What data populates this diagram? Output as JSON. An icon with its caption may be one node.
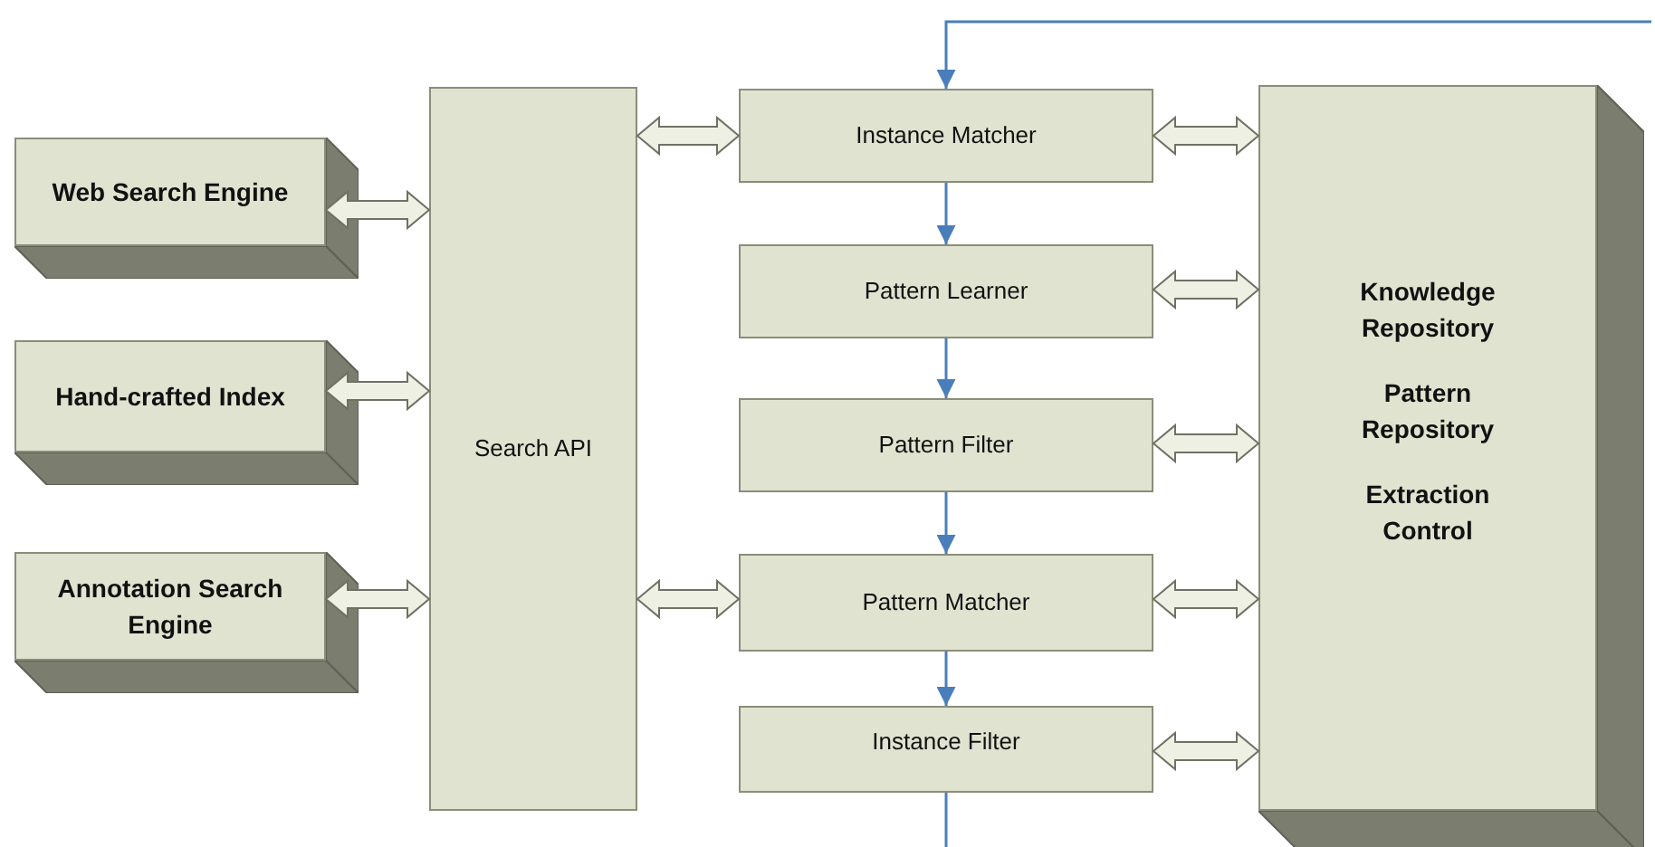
{
  "diagram": {
    "nodes": [
      {
        "text": [
          "Web Search Engine"
        ]
      },
      {
        "text": [
          "Hand-crafted Index"
        ]
      },
      {
        "text": [
          "Annotation Search Engine"
        ]
      },
      {
        "text": [
          "Search API"
        ]
      },
      {
        "text": [
          "Instance Matcher"
        ]
      },
      {
        "text": [
          "Pattern Learner"
        ]
      },
      {
        "text": [
          "Pattern Filter"
        ]
      },
      {
        "text": [
          "Pattern Matcher"
        ]
      },
      {
        "text": [
          "Instance Filter"
        ]
      },
      {
        "text": [
          "Knowledge Repository",
          "Pattern Repository",
          "Extraction Control"
        ]
      }
    ],
    "edges": [
      {
        "from": 0,
        "to": 3,
        "arrow": "both",
        "style": "thick"
      },
      {
        "from": 1,
        "to": 3,
        "arrow": "both",
        "style": "thick"
      },
      {
        "from": 2,
        "to": 3,
        "arrow": "both",
        "style": "thick"
      },
      {
        "from": 3,
        "to": 4,
        "arrow": "both",
        "style": "thick"
      },
      {
        "from": 3,
        "to": 7,
        "arrow": "both",
        "style": "thick"
      },
      {
        "from": 4,
        "to": 9,
        "arrow": "both",
        "style": "thick"
      },
      {
        "from": 5,
        "to": 9,
        "arrow": "both",
        "style": "thick"
      },
      {
        "from": 6,
        "to": 9,
        "arrow": "both",
        "style": "thick"
      },
      {
        "from": 7,
        "to": 9,
        "arrow": "both",
        "style": "thick"
      },
      {
        "from": 8,
        "to": 9,
        "arrow": "both",
        "style": "thick"
      },
      {
        "from": null,
        "to": 4,
        "arrow": "to",
        "color": "#4a7ebb"
      },
      {
        "from": 4,
        "to": 5,
        "arrow": "to",
        "color": "#4a7ebb"
      },
      {
        "from": 5,
        "to": 6,
        "arrow": "to",
        "color": "#4a7ebb"
      },
      {
        "from": 6,
        "to": 7,
        "arrow": "to",
        "color": "#4a7ebb"
      },
      {
        "from": 7,
        "to": 8,
        "arrow": "to",
        "color": "#4a7ebb"
      },
      {
        "from": 8,
        "to": null,
        "arrow": "none",
        "color": "#4a7ebb"
      }
    ]
  }
}
